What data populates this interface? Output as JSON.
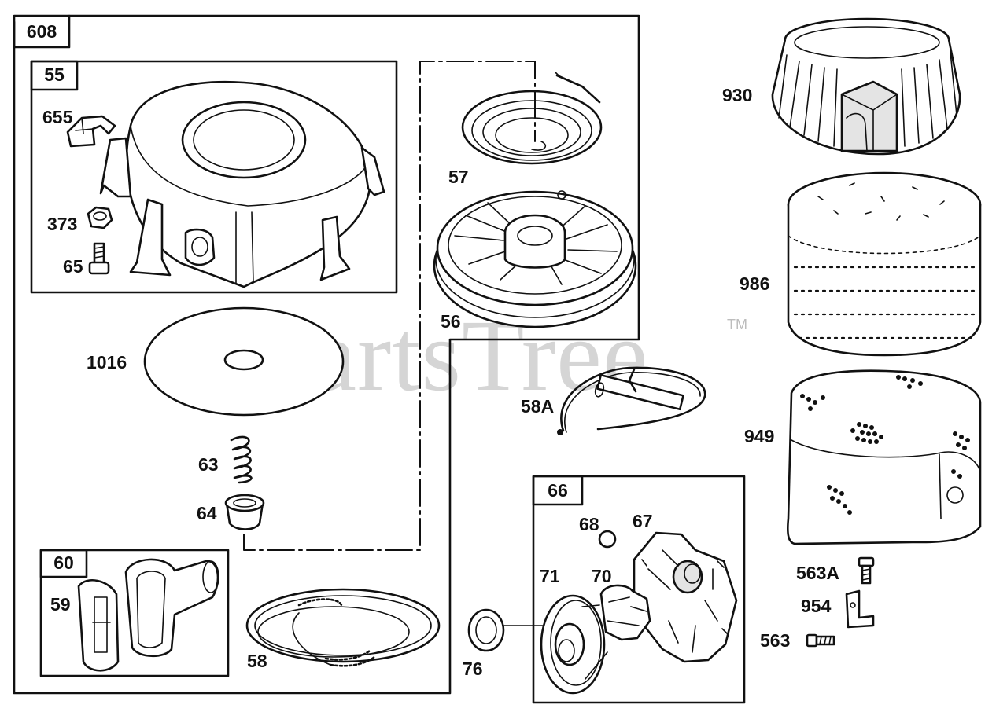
{
  "watermark": {
    "text": "PartsTree",
    "trademark": "TM"
  },
  "group_boxes": {
    "box_608": "608",
    "box_55": "55",
    "box_60": "60",
    "box_66": "66"
  },
  "part_labels": {
    "p655": "655",
    "p373": "373",
    "p65": "65",
    "p57": "57",
    "p56": "56",
    "p1016": "1016",
    "p63": "63",
    "p64": "64",
    "p59": "59",
    "p58": "58",
    "p58a": "58A",
    "p76": "76",
    "p68": "68",
    "p67": "67",
    "p71": "71",
    "p70": "70",
    "p930": "930",
    "p986": "986",
    "p949": "949",
    "p563a": "563A",
    "p954": "954",
    "p563": "563"
  }
}
